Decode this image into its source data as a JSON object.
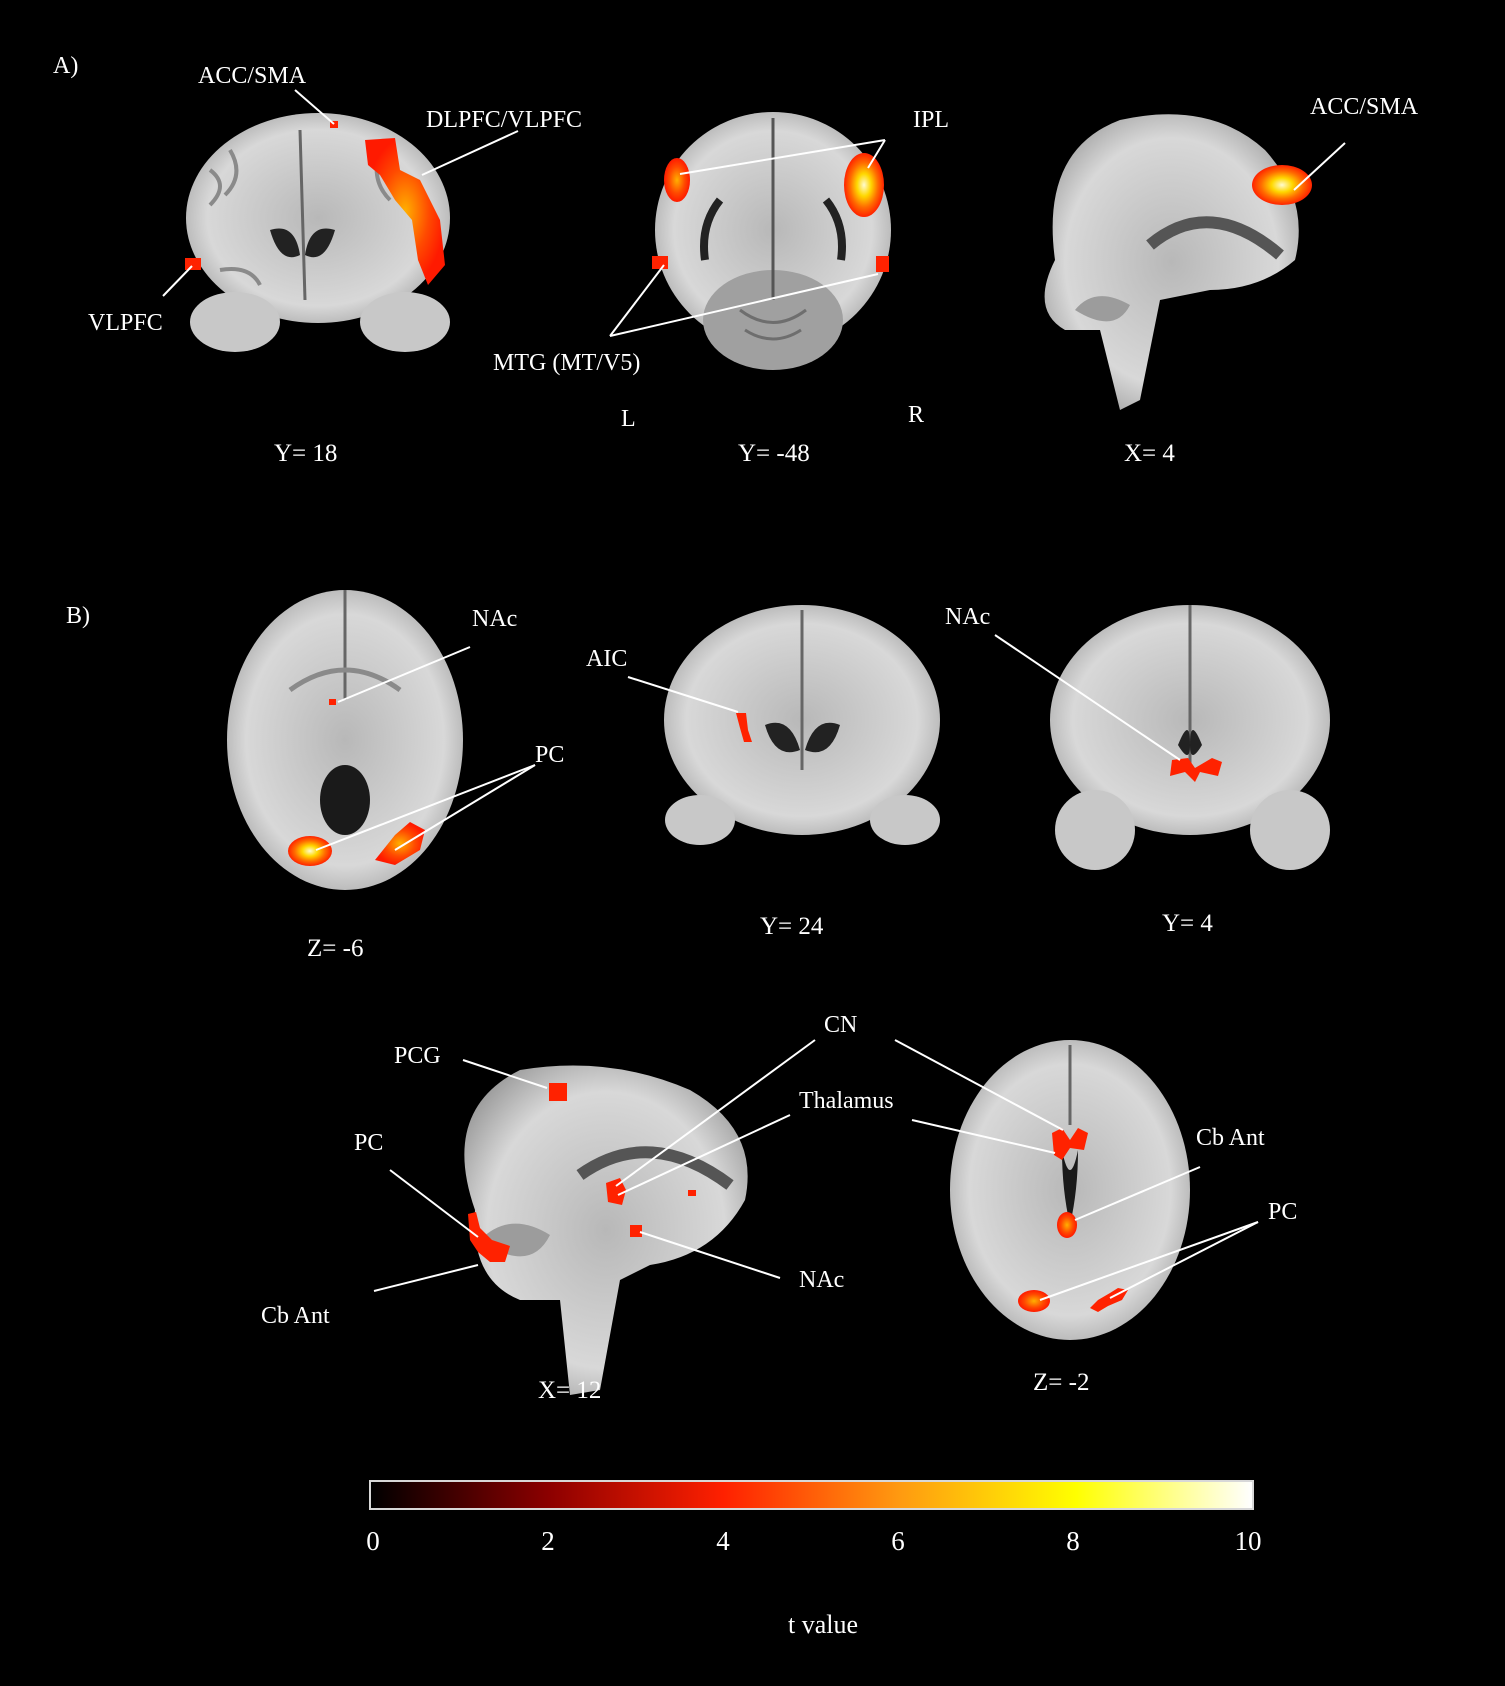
{
  "panels": {
    "a": "A)",
    "b": "B)"
  },
  "labels": {
    "acc_sma_1": "ACC/SMA",
    "dlpfc_vlpfc": "DLPFC/VLPFC",
    "vlpfc": "VLPFC",
    "ipl": "IPL",
    "mtg": "MTG (MT/V5)",
    "left": "L",
    "right": "R",
    "acc_sma_2": "ACC/SMA",
    "nac_1": "NAc",
    "pc_1": "PC",
    "aic": "AIC",
    "nac_2": "NAc",
    "pcg": "PCG",
    "pc_2": "PC",
    "cb_ant_1": "Cb Ant",
    "cn": "CN",
    "thalamus": "Thalamus",
    "nac_3": "NAc",
    "cb_ant_2": "Cb Ant",
    "pc_3": "PC"
  },
  "coords": {
    "a1": "Y= 18",
    "a2": "Y= -48",
    "a3": "X= 4",
    "b1": "Z= -6",
    "b2": "Y= 24",
    "b3": "Y= 4",
    "b4": "X= 12",
    "b5": "Z= -2"
  },
  "colorbar": {
    "ticks": [
      "0",
      "2",
      "4",
      "6",
      "8",
      "10"
    ],
    "unit": "t value",
    "colors": [
      "#000000",
      "#8b0000",
      "#ff2000",
      "#ff9a10",
      "#ffff00",
      "#ffffff"
    ]
  }
}
